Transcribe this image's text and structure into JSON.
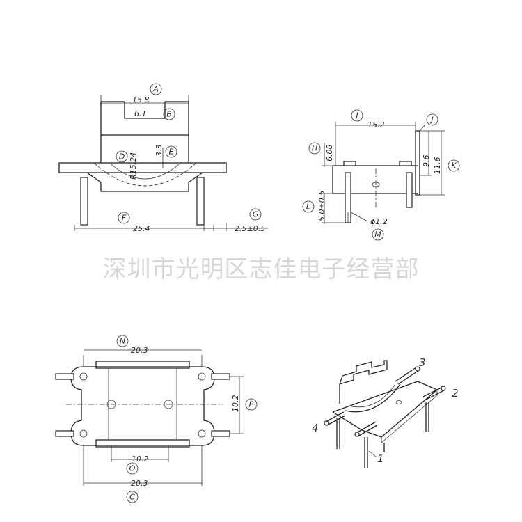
{
  "watermark": "深圳市光明区志佳电子经营部",
  "front_view": {
    "callouts": {
      "A": "A",
      "B": "B",
      "D": "D",
      "E": "E",
      "F": "F",
      "G": "G"
    },
    "dims": {
      "A": "15.8",
      "B": "6.1",
      "D": "R15.24",
      "E": "3.3",
      "F": "25.4",
      "G": "2.5±0.5"
    }
  },
  "side_view": {
    "callouts": {
      "H": "H",
      "I": "I",
      "J": "J",
      "K": "K",
      "L": "L",
      "M": "M"
    },
    "dims": {
      "H": "6.08",
      "I": "15.2",
      "J": "9.6",
      "K": "11.6",
      "L": "5.0±0.5",
      "M": "ϕ1.2"
    }
  },
  "bottom_view": {
    "callouts": {
      "N": "N",
      "O": "O",
      "P": "P",
      "C": "C"
    },
    "dims": {
      "N": "20.3",
      "O": "10.2",
      "P": "10.2",
      "C": "20.3"
    }
  },
  "iso_view": {
    "pin_numbers": [
      "1",
      "2",
      "3",
      "4"
    ]
  }
}
